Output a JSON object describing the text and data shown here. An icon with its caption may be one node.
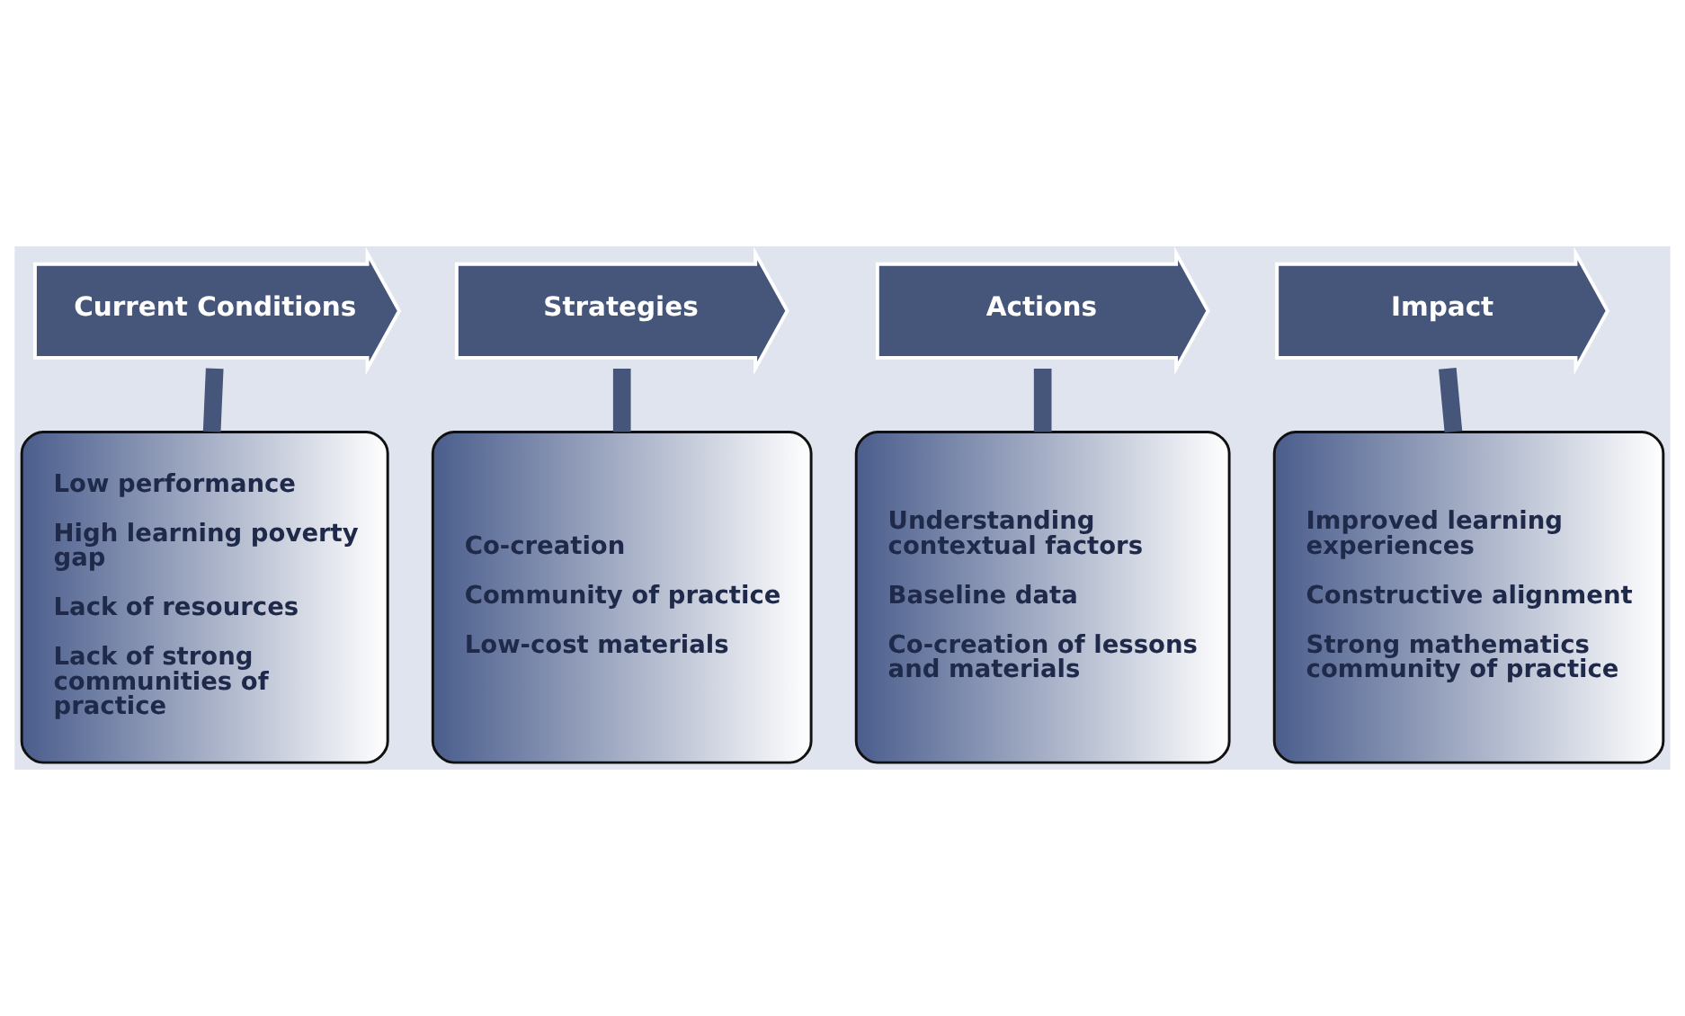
{
  "diagram": {
    "nodes": [
      {
        "text": [
          "Current Conditions"
        ]
      },
      {
        "text": [
          "Strategies"
        ]
      },
      {
        "text": [
          "Actions"
        ]
      },
      {
        "text": [
          "Impact"
        ]
      },
      {
        "text": [
          "Low performance",
          "High learning poverty gap",
          "Lack of resources",
          "Lack of strong communities of practice"
        ]
      },
      {
        "text": [
          "Co-creation",
          "Community of practice",
          "Low-cost materials"
        ]
      },
      {
        "text": [
          "Understanding contextual factors",
          "Baseline data",
          "Co-creation of lessons and materials"
        ]
      },
      {
        "text": [
          "Improved learning experiences",
          "Constructive alignment",
          "Strong mathematics community of practice"
        ]
      }
    ],
    "edges": [
      {
        "from": 0,
        "to": 4,
        "arrow": "none"
      },
      {
        "from": 1,
        "to": 5,
        "arrow": "none"
      },
      {
        "from": 2,
        "to": 6,
        "arrow": "none"
      },
      {
        "from": 3,
        "to": 7,
        "arrow": "none"
      }
    ]
  }
}
